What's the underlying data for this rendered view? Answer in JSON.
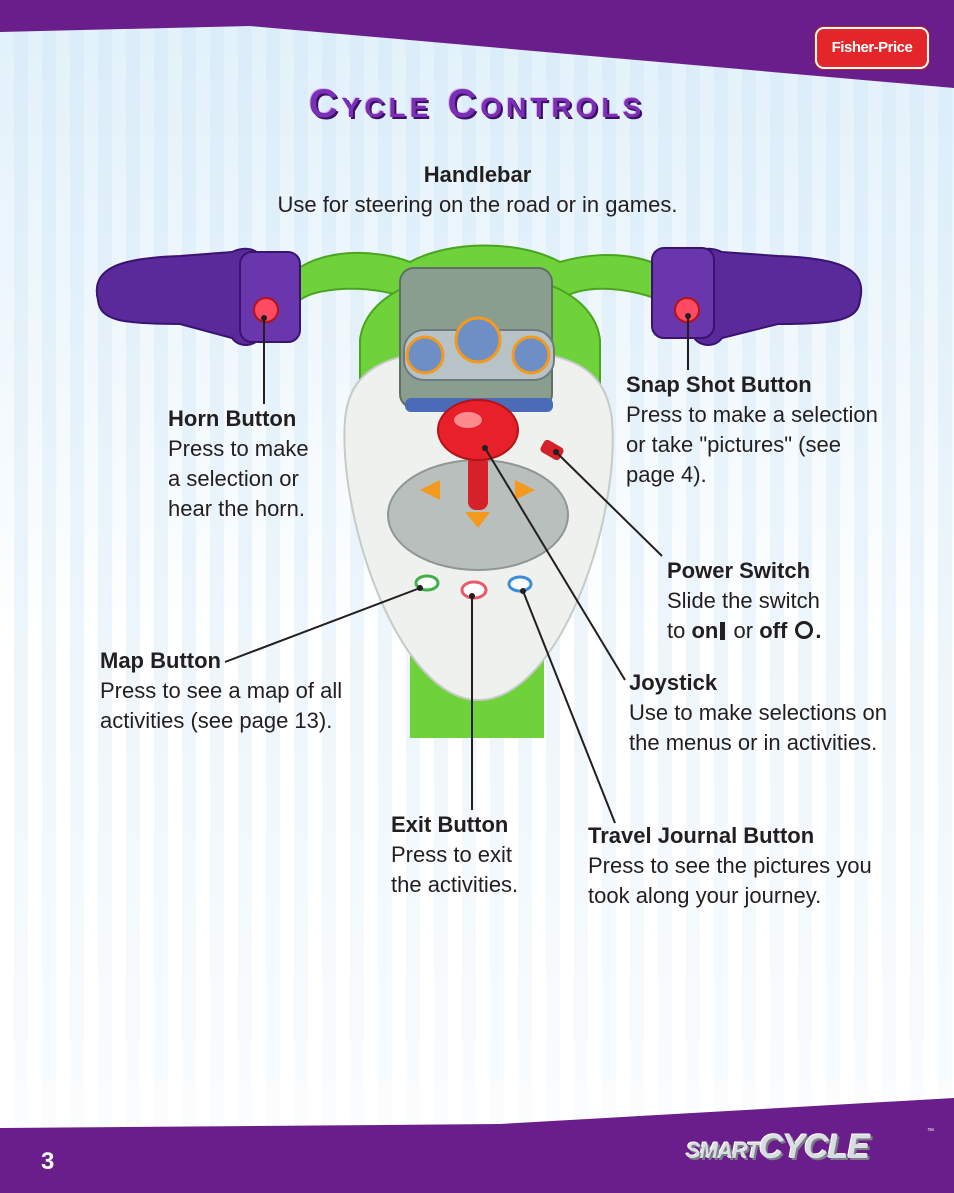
{
  "page": {
    "title": "Cycle Controls",
    "page_number": "3",
    "brand_logo": "Fisher-Price",
    "product_logo_left": "SMART",
    "product_logo_right": "CYCLE",
    "trademark": "™"
  },
  "colors": {
    "banner_purple": "#6a1e8c",
    "title_purple": "#7a2fb4",
    "handle_purple": "#5a2a9a",
    "frame_green": "#6fd23a",
    "button_red": "#e8202a",
    "arrow_orange": "#f39a1e"
  },
  "callouts": {
    "handlebar": {
      "heading": "Handlebar",
      "body": "Use for steering on the road or in games."
    },
    "horn": {
      "heading": "Horn Button",
      "body": "Press to make\na selection or\nhear the horn."
    },
    "snap": {
      "heading": "Snap Shot Button",
      "body": "Press to make a selection\nor take \"pictures\" (see\npage 4)."
    },
    "power": {
      "heading": "Power Switch",
      "body": "Slide the switch",
      "to": "to",
      "on": "on",
      "or": "or",
      "off": "off",
      "end": "."
    },
    "map": {
      "heading": "Map Button",
      "body": "Press to see a map of all\nactivities (see page 13)."
    },
    "joystick": {
      "heading": "Joystick",
      "body": "Use to make selections on\nthe menus or in activities."
    },
    "exit": {
      "heading": "Exit Button",
      "body": "Press to exit\nthe activities."
    },
    "travel": {
      "heading": "Travel Journal Button",
      "body": "Press to see the pictures you\ntook along your journey."
    }
  }
}
